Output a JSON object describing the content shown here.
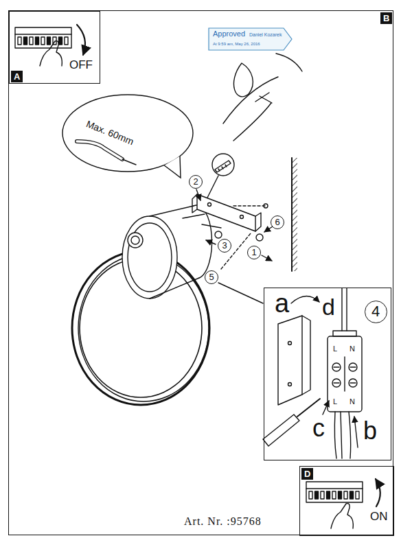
{
  "diagram": {
    "nodes": [
      {
        "text": [
          "B"
        ]
      },
      {
        "text": [
          "OFF",
          "A"
        ],
        "in": 0
      },
      {
        "text": [
          "Approved",
          "Daniel Kozarek",
          "At 9:59 am, May 26, 2016"
        ],
        "in": 0
      },
      {
        "text": [
          "Max. 60mm"
        ],
        "in": 0
      },
      {
        "text": [
          "a",
          "d",
          "4",
          "L",
          "N",
          "L",
          "N",
          "c",
          "b"
        ],
        "in": 0
      },
      {
        "text": [
          "D",
          "ON"
        ],
        "in": 0
      }
    ],
    "labels": [
      "2",
      "6",
      "3",
      "1",
      "5",
      "Art. Nr. :95768"
    ]
  }
}
